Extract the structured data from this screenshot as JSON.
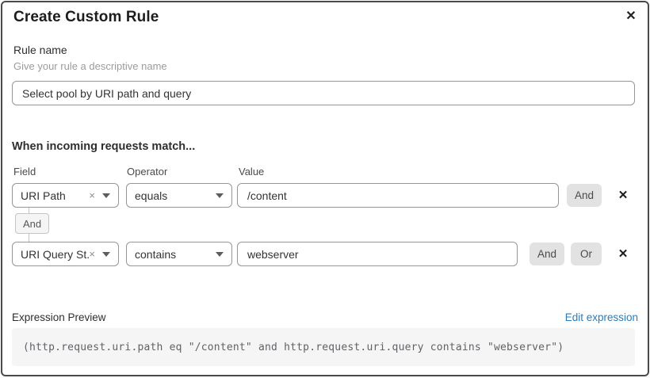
{
  "dialog": {
    "title": "Create Custom Rule",
    "close_glyph": "✕"
  },
  "rule_name": {
    "label": "Rule name",
    "helper": "Give your rule a descriptive name",
    "value": "Select pool by URI path and query"
  },
  "matcher": {
    "heading": "When incoming requests match...",
    "columns": {
      "field": "Field",
      "operator": "Operator",
      "value": "Value"
    },
    "rows": [
      {
        "field": "URI Path",
        "operator": "equals",
        "value": "/content",
        "and_label": "And",
        "delete_glyph": "✕",
        "clear_glyph": "×"
      },
      {
        "field": "URI Query St...",
        "operator": "contains",
        "value": "webserver",
        "and_label": "And",
        "or_label": "Or",
        "delete_glyph": "✕",
        "clear_glyph": "×"
      }
    ],
    "connector_label": "And"
  },
  "expression": {
    "label": "Expression Preview",
    "edit_link": "Edit expression",
    "code": "(http.request.uri.path eq \"/content\" and http.request.uri.query contains \"webserver\")"
  },
  "colors": {
    "link_blue": "#2e7cb8",
    "dialog_border": "#4a4a4a",
    "button_gray": "#e2e2e2",
    "code_bg": "#f5f5f6"
  }
}
